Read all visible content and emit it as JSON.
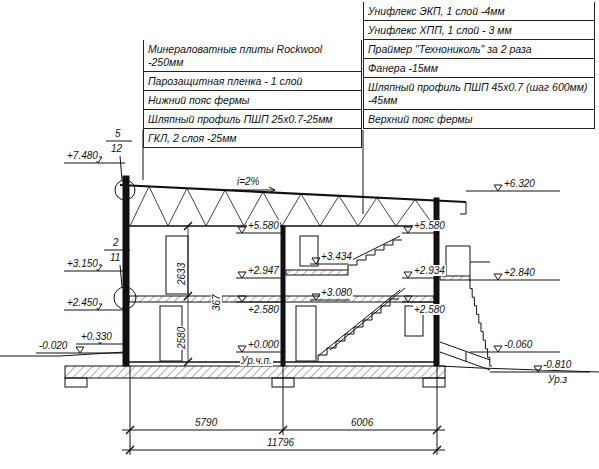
{
  "diagram": {
    "nodes": [
      {
        "text": [
          "Минераловатные плиты Rockwool -250мм",
          "Парозащитная пленка - 1 слой",
          "Нижний пояс фермы",
          "Шляпный профиль ПШП 25х0.7-25мм",
          "ГКЛ, 2 слоя -25мм"
        ]
      },
      {
        "text": [
          "Унифлекс ЭКП, 1 слой -4мм",
          "Унифлекс ХПП, 1 слой - 3 мм",
          "Праймер \"Технониколь\" за 2 раза",
          "Фанера -15мм",
          "Шляпный профиль ПШП 45х0.7 (шаг 600мм) -45мм",
          "Верхний пояс фермы"
        ]
      }
    ],
    "labels": [
      "5",
      "12",
      "+7.480",
      "2",
      "11",
      "+3.150",
      "+2.450",
      "+0.330",
      "-0.020",
      "i=2%",
      "+6.320",
      "+5.580",
      "+5.580",
      "+3.434",
      "+2.947",
      "+2.934",
      "+3.080",
      "+2.580",
      "+2.580",
      "+2.840",
      "+0.000",
      "Ур.ч.п.",
      "-0.060",
      "-0.810",
      "Ур.з",
      "2633",
      "367",
      "2580",
      "5790",
      "6006",
      "11796"
    ]
  }
}
